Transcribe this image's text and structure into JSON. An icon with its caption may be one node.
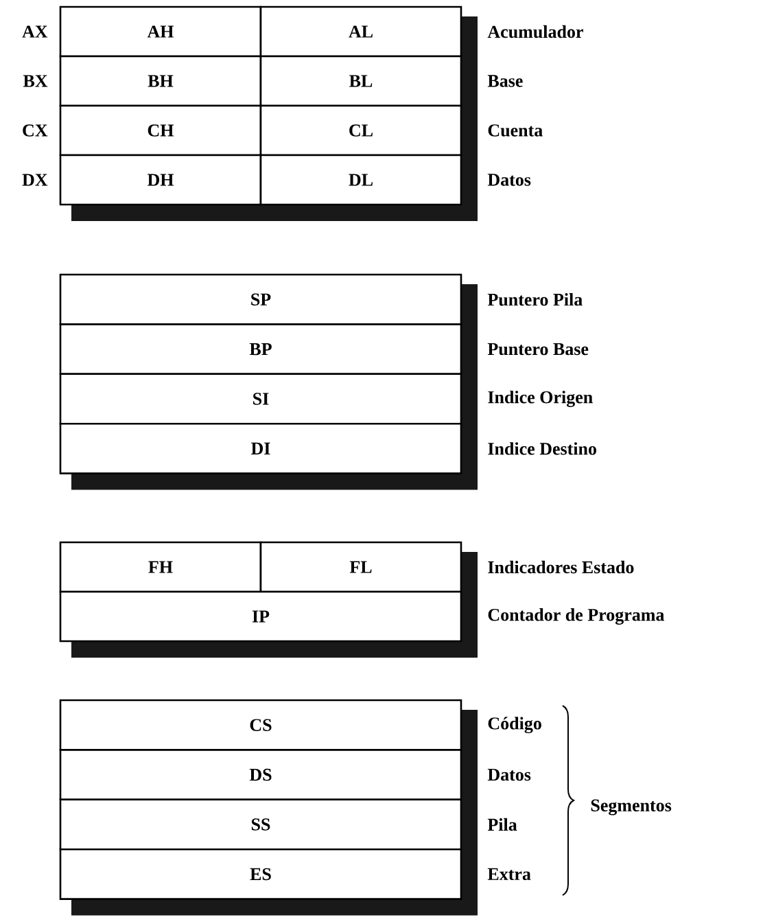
{
  "diagram": {
    "nodes": [
      {
        "text": [
          "AH"
        ]
      },
      {
        "text": [
          "AL"
        ]
      },
      {
        "text": [
          "BH"
        ]
      },
      {
        "text": [
          "BL"
        ]
      },
      {
        "text": [
          "CH"
        ]
      },
      {
        "text": [
          "CL"
        ]
      },
      {
        "text": [
          "DH"
        ]
      },
      {
        "text": [
          "DL"
        ]
      },
      {
        "text": [
          "SP"
        ]
      },
      {
        "text": [
          "BP"
        ]
      },
      {
        "text": [
          "SI"
        ]
      },
      {
        "text": [
          "DI"
        ]
      },
      {
        "text": [
          "FH"
        ]
      },
      {
        "text": [
          "FL"
        ]
      },
      {
        "text": [
          "IP"
        ]
      },
      {
        "text": [
          "CS"
        ]
      },
      {
        "text": [
          "DS"
        ]
      },
      {
        "text": [
          "SS"
        ]
      },
      {
        "text": [
          "ES"
        ]
      }
    ],
    "labels": [
      "AX",
      "Acumulador",
      "BX",
      "Base",
      "CX",
      "Cuenta",
      "DX",
      "Datos",
      "Puntero Pila",
      "Puntero Base",
      "Indice Origen",
      "Indice Destino",
      "Indicadores Estado",
      "Contador de Programa",
      "Código",
      "Datos",
      "Pila",
      "Extra",
      "Segmentos"
    ]
  }
}
